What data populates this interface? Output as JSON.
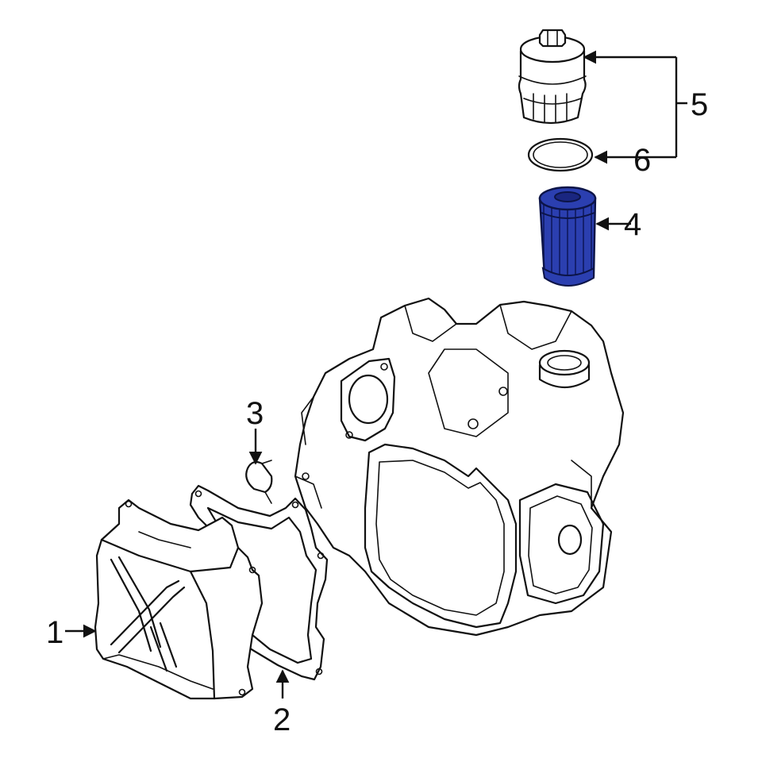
{
  "diagram": {
    "callouts": [
      {
        "id": "1",
        "label": "1"
      },
      {
        "id": "2",
        "label": "2"
      },
      {
        "id": "3",
        "label": "3"
      },
      {
        "id": "4",
        "label": "4"
      },
      {
        "id": "5",
        "label": "5"
      },
      {
        "id": "6",
        "label": "6"
      }
    ],
    "colors": {
      "line": "#111111",
      "highlight_fill": "#2b3fb0",
      "highlight_dark": "#1a2680",
      "background": "#ffffff"
    },
    "parts": {
      "1": "transmission-oil-pan",
      "2": "oil-pan-gasket",
      "3": "clip",
      "4": "oil-filter-element",
      "5": "filter-housing-cap",
      "6": "o-ring"
    }
  }
}
